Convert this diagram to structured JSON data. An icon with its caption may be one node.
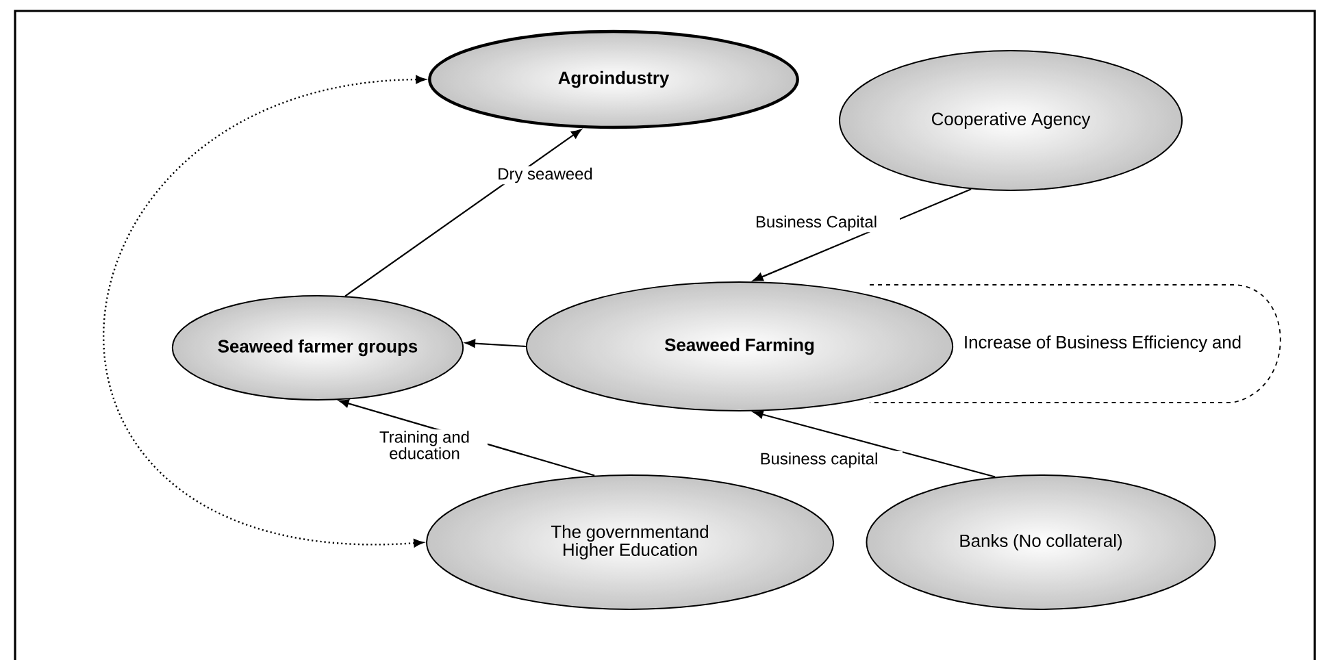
{
  "diagram": {
    "nodes": [
      {
        "text": [
          "Agroindustry"
        ]
      },
      {
        "text": [
          "Cooperative Agency"
        ]
      },
      {
        "text": [
          "Seaweed farmer groups"
        ]
      },
      {
        "text": [
          "Seaweed Farming"
        ]
      },
      {
        "text": [
          "Increase of Business Efficiency and"
        ]
      },
      {
        "text": [
          "The governmentand Higher Education"
        ]
      },
      {
        "text": [
          "Banks (No collateral)"
        ]
      }
    ],
    "edges": [
      {
        "from": 2,
        "to": 0,
        "arrow": "to",
        "label": "Dry seaweed"
      },
      {
        "from": 1,
        "to": 3,
        "arrow": "to",
        "label": "Business Capital"
      },
      {
        "from": 3,
        "to": 2,
        "arrow": "to"
      },
      {
        "from": 5,
        "to": 2,
        "arrow": "to",
        "label": "Training and education"
      },
      {
        "from": 6,
        "to": 3,
        "arrow": "to",
        "label": "Business capital"
      },
      {
        "from": 5,
        "to": 0,
        "arrow": "both",
        "style": "dashed"
      }
    ]
  }
}
